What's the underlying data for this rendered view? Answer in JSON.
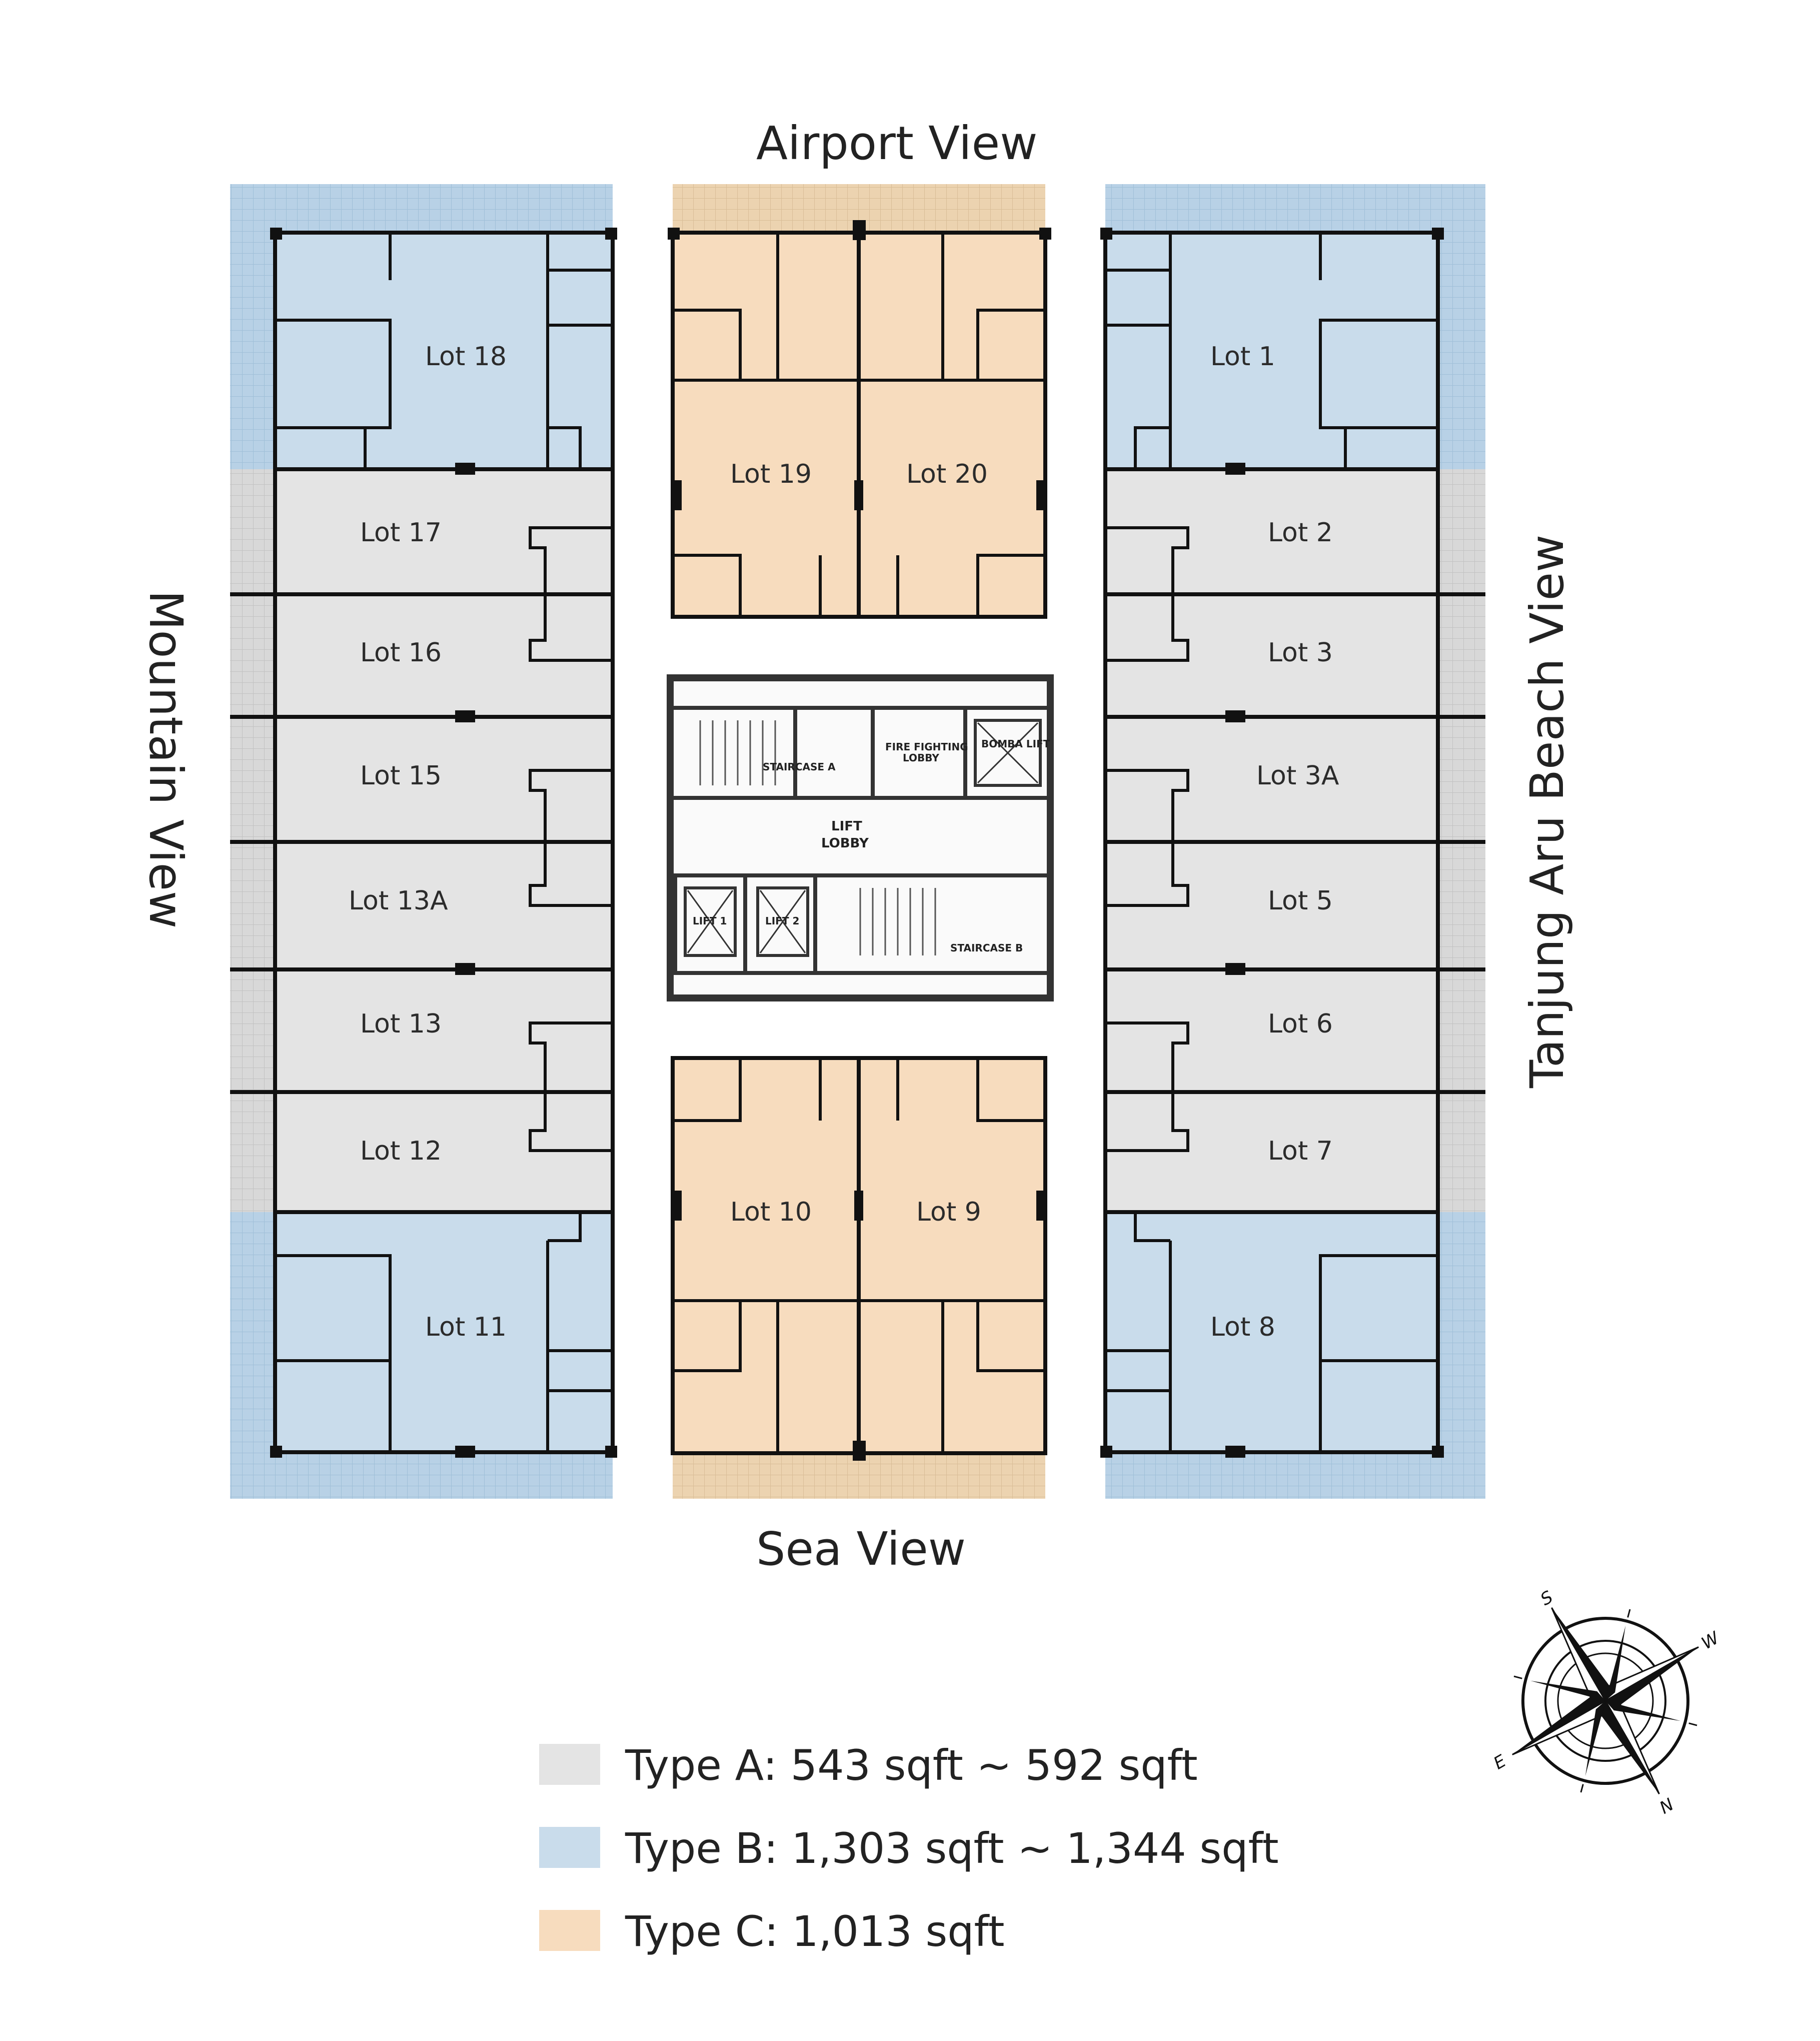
{
  "views": {
    "top": "Airport View",
    "bottom": "Sea View",
    "left": "Mountain View",
    "right": "Tanjung Aru Beach View"
  },
  "lots": {
    "lot18": "Lot 18",
    "lot17": "Lot 17",
    "lot16": "Lot 16",
    "lot15": "Lot 15",
    "lot13a": "Lot 13A",
    "lot13": "Lot 13",
    "lot12": "Lot 12",
    "lot11": "Lot 11",
    "lot19": "Lot 19",
    "lot20": "Lot 20",
    "lot10": "Lot 10",
    "lot9": "Lot 9",
    "lot1": "Lot 1",
    "lot2": "Lot 2",
    "lot3": "Lot 3",
    "lot3a": "Lot 3A",
    "lot5": "Lot 5",
    "lot6": "Lot 6",
    "lot7": "Lot 7",
    "lot8": "Lot 8"
  },
  "core": {
    "staircase_a": "STAIRCASE A",
    "fire_fighting_1": "FIRE FIGHTING",
    "fire_fighting_2": "LOBBY",
    "bomba_lift": "BOMBA LIFT",
    "lift_lobby_1": "LIFT",
    "lift_lobby_2": "LOBBY",
    "lift_1": "LIFT 1",
    "lift_2": "LIFT 2",
    "staircase_b": "STAIRCASE B"
  },
  "legend": [
    {
      "label": "Type A: 543 sqft ~ 592 sqft",
      "color": "#e4e4e4"
    },
    {
      "label": "Type B: 1,303 sqft ~ 1,344 sqft",
      "color": "#c9dceb"
    },
    {
      "label": "Type C: 1,013 sqft",
      "color": "#f7dcbe"
    }
  ],
  "compass": {
    "s": "S",
    "e": "E",
    "w": "W",
    "n": "N"
  },
  "colors": {
    "type_a": "#e4e4e4",
    "type_b": "#c9dceb",
    "type_c": "#f7dcbe",
    "terrace_b": "#b8d1e6",
    "terrace_c": "#ecd3b0",
    "terrace_a": "#d6d6d6",
    "wall": "#111111"
  }
}
